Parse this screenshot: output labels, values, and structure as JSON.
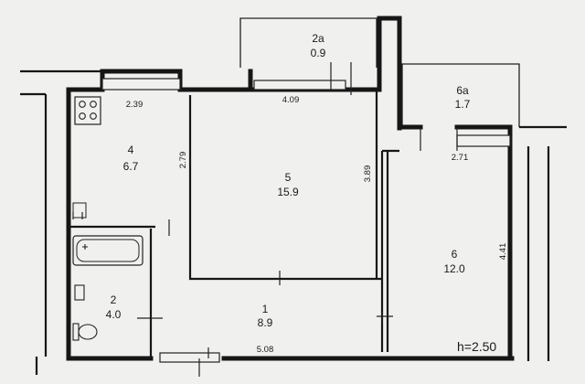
{
  "rooms": [
    {
      "id": "1",
      "number": "1",
      "area": "8.9"
    },
    {
      "id": "2",
      "number": "2",
      "area": "4.0"
    },
    {
      "id": "2a",
      "number": "2a",
      "area": "0.9"
    },
    {
      "id": "4",
      "number": "4",
      "area": "6.7"
    },
    {
      "id": "5",
      "number": "5",
      "area": "15.9"
    },
    {
      "id": "6",
      "number": "6",
      "area": "12.0"
    },
    {
      "id": "6a",
      "number": "6a",
      "area": "1.7"
    }
  ],
  "dimensions": {
    "kitchen_width": "2.39",
    "kitchen_depth": "2.79",
    "room5_width": "4.09",
    "room5_depth": "3.89",
    "room6_width": "2.71",
    "room6_depth": "4.41",
    "hall_length": "5.08"
  },
  "ceiling_height": "h=2.50",
  "colors": {
    "background": "#f0f0ee",
    "walls": "#161616"
  }
}
